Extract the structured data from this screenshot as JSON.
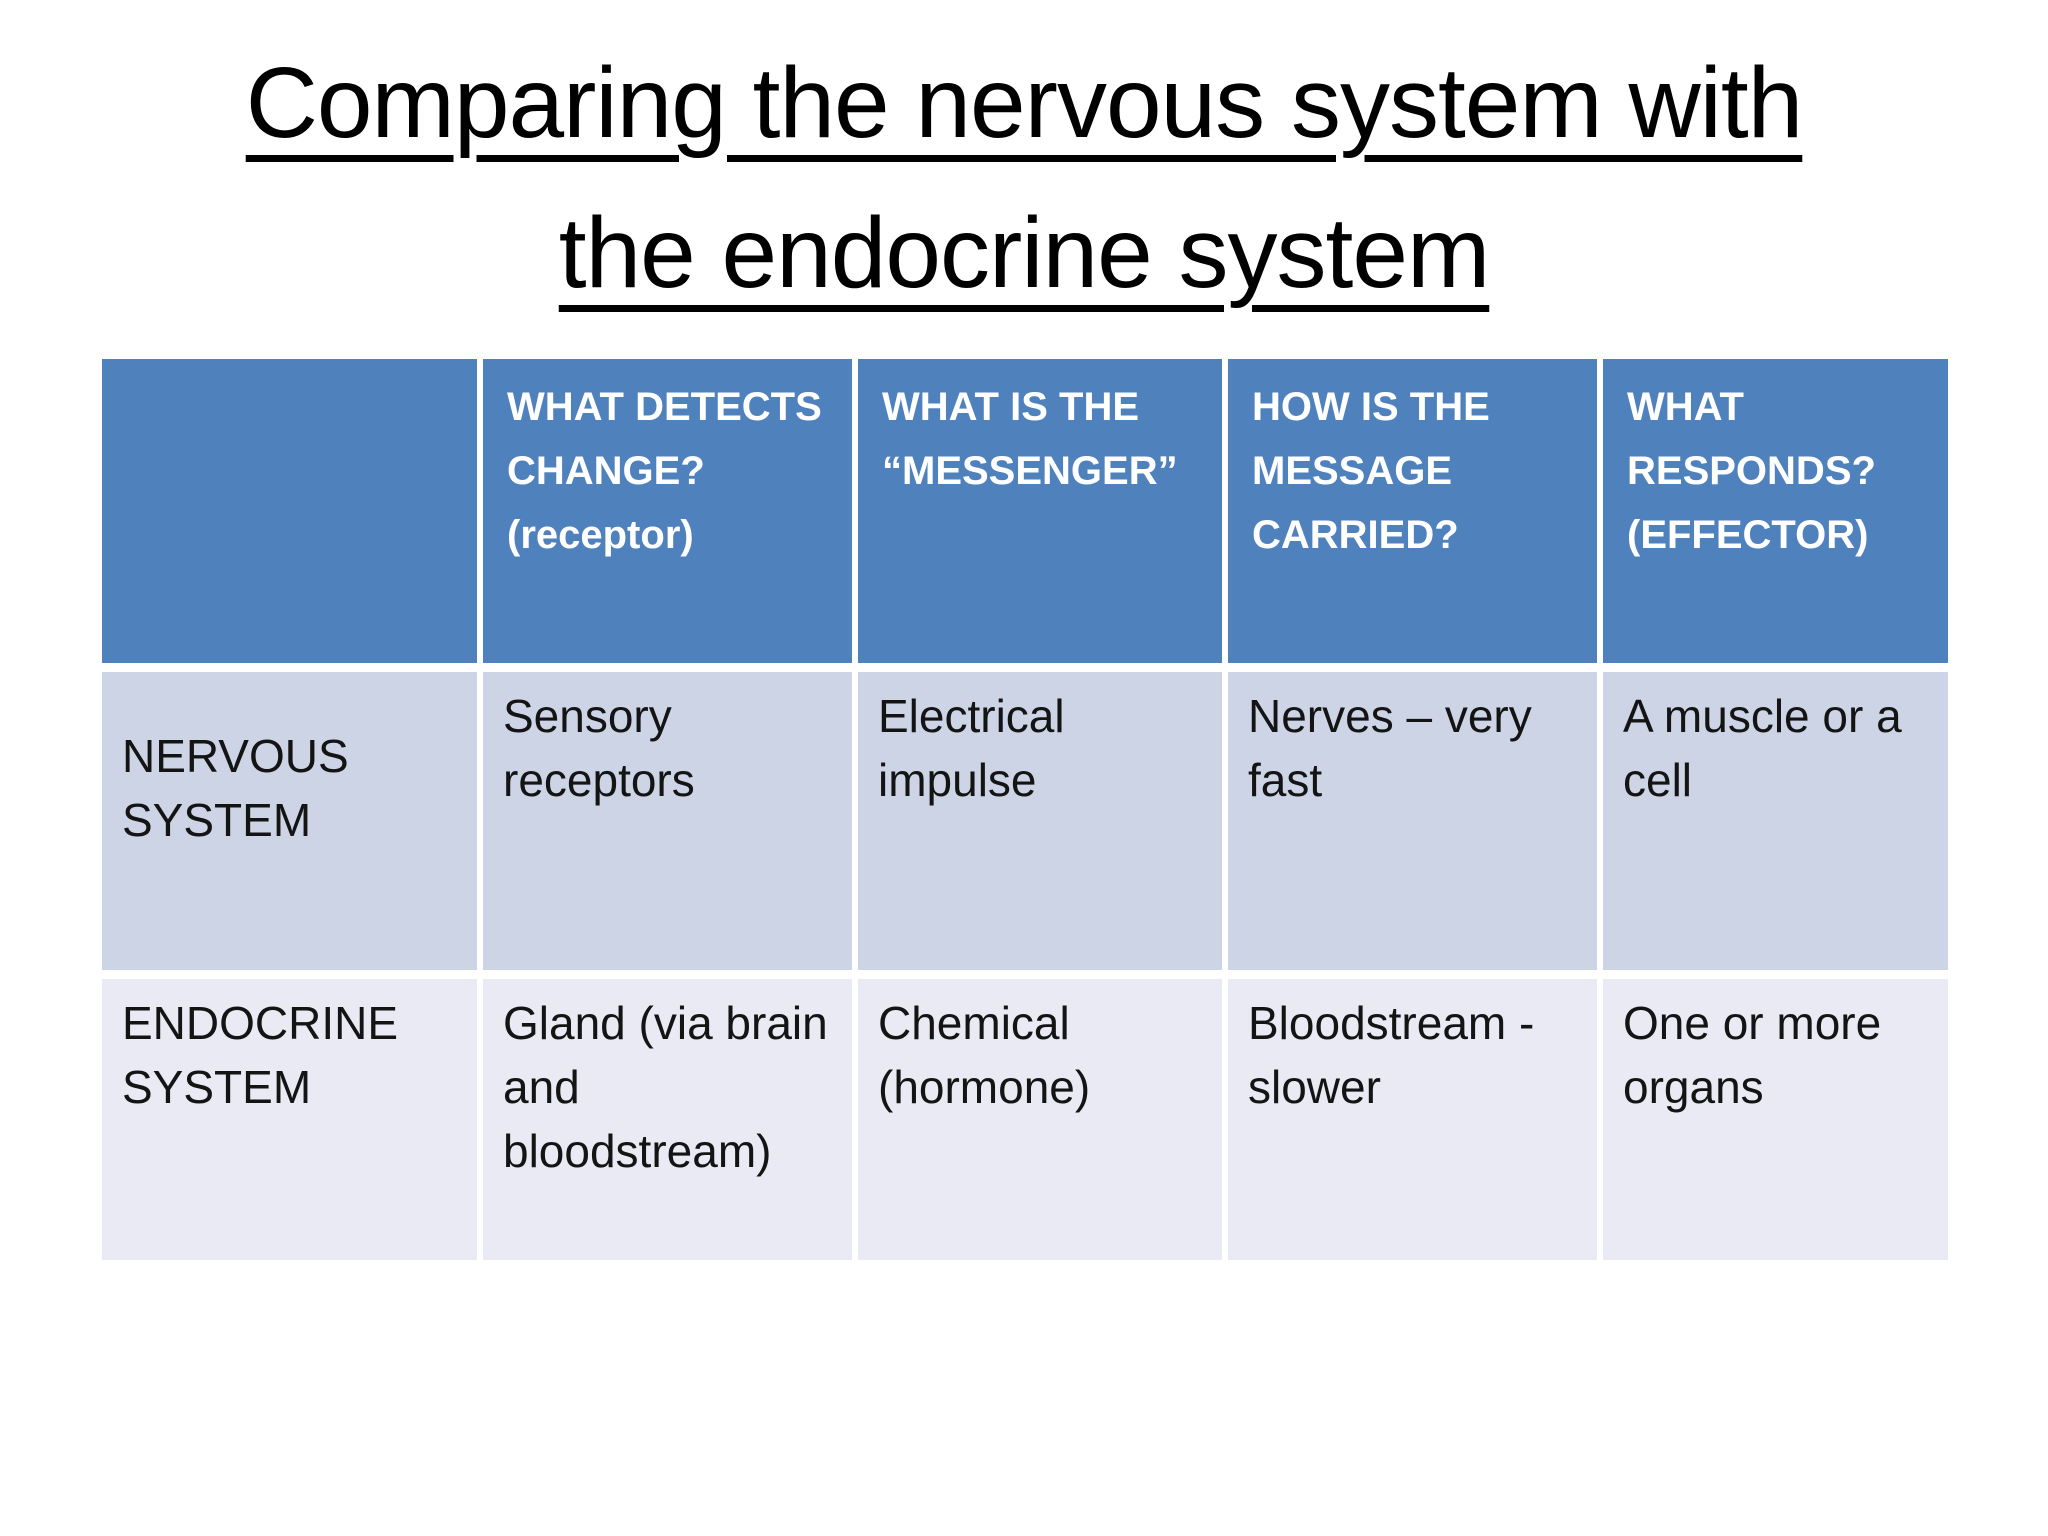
{
  "slide": {
    "title_line1": "Comparing the nervous system with",
    "title_line2": "the endocrine system"
  },
  "table": {
    "headers": [
      "",
      "WHAT DETECTS CHANGE? (receptor)",
      "WHAT IS THE “MESSENGER”",
      "HOW IS THE MESSAGE CARRIED?",
      "WHAT RESPONDS? (EFFECTOR)"
    ],
    "rows": [
      {
        "label": "NERVOUS SYSTEM",
        "cells": [
          "Sensory receptors",
          "Electrical impulse",
          "Nerves – very fast",
          "A muscle or a cell"
        ]
      },
      {
        "label": "ENDOCRINE SYSTEM",
        "cells": [
          "Gland (via brain and bloodstream)",
          "Chemical (hormone)",
          "Bloodstream - slower",
          "One or more organs"
        ]
      }
    ]
  },
  "colors": {
    "background": "#FFFFFF",
    "title_text": "#000000",
    "header_bg": "#4F81BD",
    "header_text": "#FFFFFF",
    "row_odd_bg": "#CDD4E6",
    "row_even_bg": "#E9EAF3",
    "body_text": "#141414"
  }
}
